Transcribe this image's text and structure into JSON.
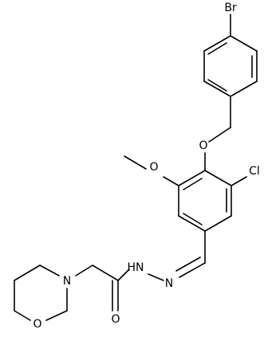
{
  "labels": {
    "br": "Br",
    "o_ether": "O",
    "o_methoxy": "O",
    "cl": "Cl",
    "hn": "HN",
    "n_imine": "N",
    "n_morph": "N",
    "o_morph": "O",
    "o_carbonyl": "O"
  }
}
